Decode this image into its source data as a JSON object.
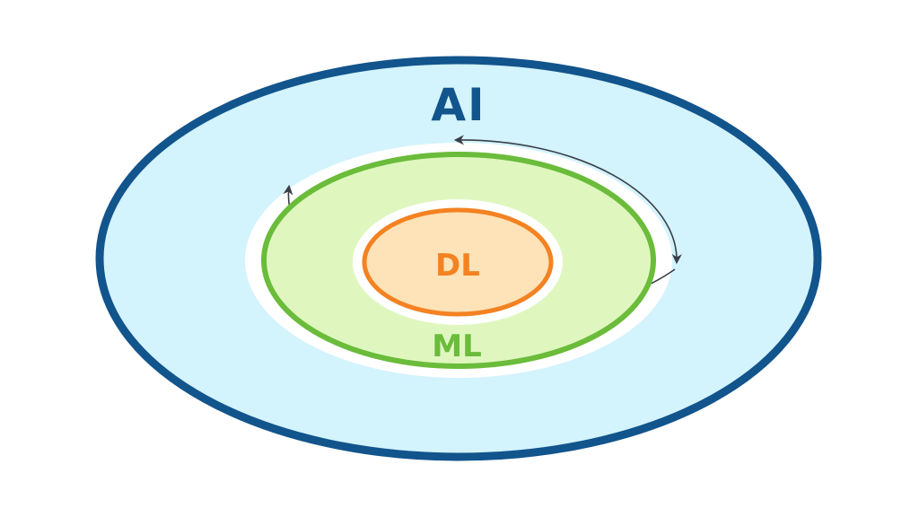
{
  "diagram": {
    "type": "nested-ellipses",
    "layers": [
      {
        "key": "ai",
        "label": "AI",
        "fill": "#d3f3fd",
        "stroke": "#12548c",
        "label_color": "#12548c"
      },
      {
        "key": "ml",
        "label": "ML",
        "fill": "#dff7bf",
        "stroke": "#6abc3a",
        "label_color": "#6abc3a"
      },
      {
        "key": "dl",
        "label": "DL",
        "fill": "#fde3b7",
        "stroke": "#f48222",
        "label_color": "#f48222"
      }
    ],
    "arrows": {
      "color": "#3a3f47",
      "direction": "clockwise",
      "count": 2
    }
  }
}
